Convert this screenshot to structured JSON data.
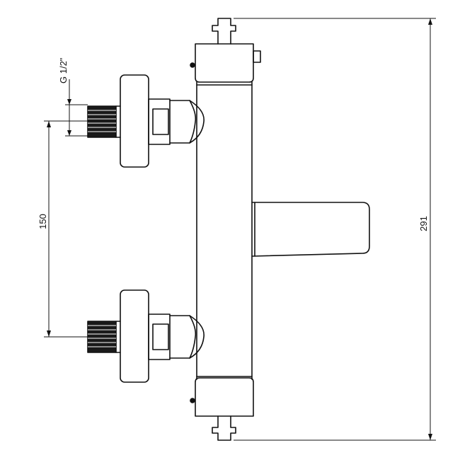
{
  "drawing": {
    "dimensions": {
      "thread": "G 1/2\"",
      "spacing": "150",
      "height": "291"
    },
    "line_color": "#111111",
    "thread_fill": "#1a1a1a",
    "background": "#ffffff"
  }
}
